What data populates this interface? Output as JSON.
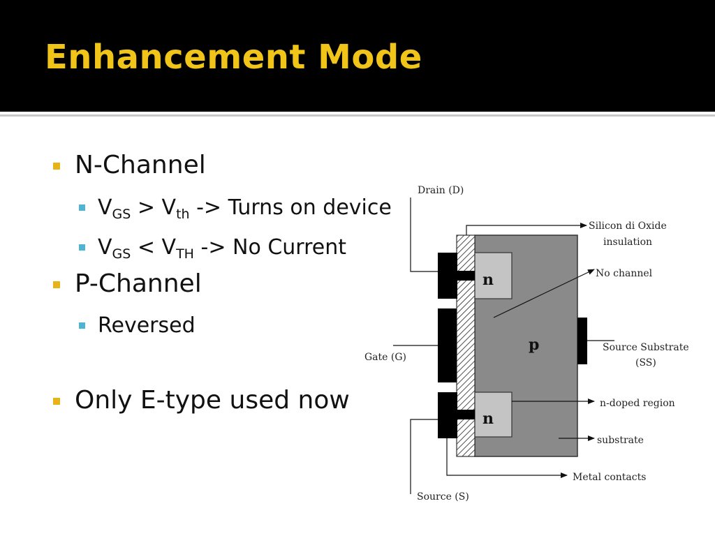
{
  "slide": {
    "title": "Enhancement Mode",
    "bullets": {
      "n_channel": "N-Channel",
      "vgs_gt": {
        "v": "V",
        "gs": "GS",
        "op": " > V",
        "th": "th",
        "rest": " -> Turns on device"
      },
      "vgs_lt": {
        "v": "V",
        "gs": "GS",
        "op": " < V",
        "th": "TH",
        "rest": " -> No Current"
      },
      "p_channel": "P-Channel",
      "reversed": "Reversed",
      "only_e": "Only E-type used now"
    }
  },
  "diagram": {
    "labels": {
      "drain": "Drain (D)",
      "oxide_line1": "Silicon di Oxide",
      "oxide_line2": "insulation",
      "no_channel": "No channel",
      "gate": "Gate (G)",
      "p": "p",
      "n_top": "n",
      "n_bottom": "n",
      "ss_line1": "Source Substrate",
      "ss_line2": "(SS)",
      "n_doped": "n-doped region",
      "substrate": "substrate",
      "metal": "Metal contacts",
      "source": "Source (S)"
    }
  },
  "colors": {
    "title_bg": "#000000",
    "title_text": "#f0c419",
    "bullet_l1": "#e6b319",
    "bullet_l2": "#4fb3d3",
    "p_region": "#8a8a8a",
    "n_region": "#c4c4c4"
  }
}
